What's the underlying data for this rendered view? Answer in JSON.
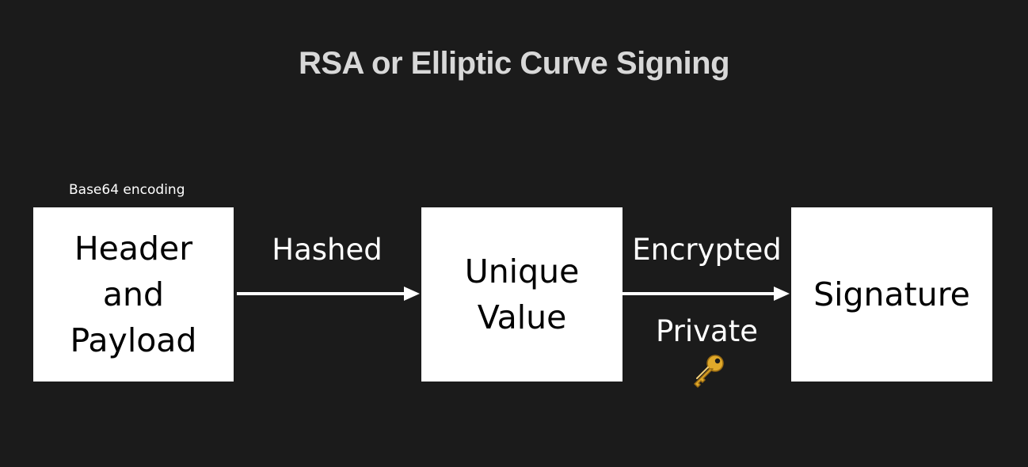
{
  "diagram": {
    "title": "RSA or Elliptic Curve Signing",
    "nodes": {
      "header_payload": {
        "caption": "Base64 encoding",
        "label": "Header\nand\nPayload"
      },
      "unique_value": {
        "label": "Unique\nValue"
      },
      "signature": {
        "label": "Signature"
      }
    },
    "edges": {
      "hashed": {
        "label": "Hashed"
      },
      "encrypted": {
        "label": "Encrypted",
        "sublabel": "Private",
        "icon": "key-icon"
      }
    }
  },
  "colors": {
    "background": "#1b1b1b",
    "title": "#d8d8d8",
    "box": "#ffffff",
    "arrow": "#ffffff",
    "key": "#e0a92a"
  }
}
